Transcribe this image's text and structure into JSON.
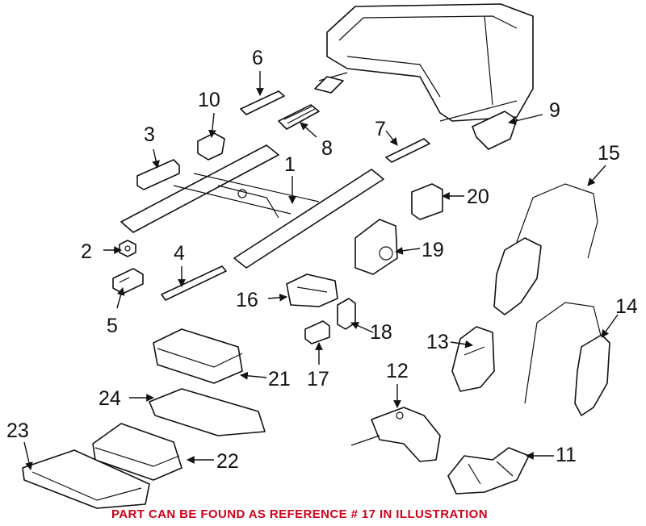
{
  "callouts": {
    "n1": "1",
    "n2": "2",
    "n3": "3",
    "n4": "4",
    "n5": "5",
    "n6": "6",
    "n7": "7",
    "n8": "8",
    "n9": "9",
    "n10": "10",
    "n11": "11",
    "n12": "12",
    "n13": "13",
    "n14": "14",
    "n15": "15",
    "n16": "16",
    "n17": "17",
    "n18": "18",
    "n19": "19",
    "n20": "20",
    "n21": "21",
    "n22": "22",
    "n23": "23",
    "n24": "24"
  },
  "note": "PART CAN BE FOUND AS REFERENCE # 17 IN ILLUSTRATION",
  "colors": {
    "line": "#111111",
    "note": "#d0021b",
    "background": "#ffffff"
  }
}
